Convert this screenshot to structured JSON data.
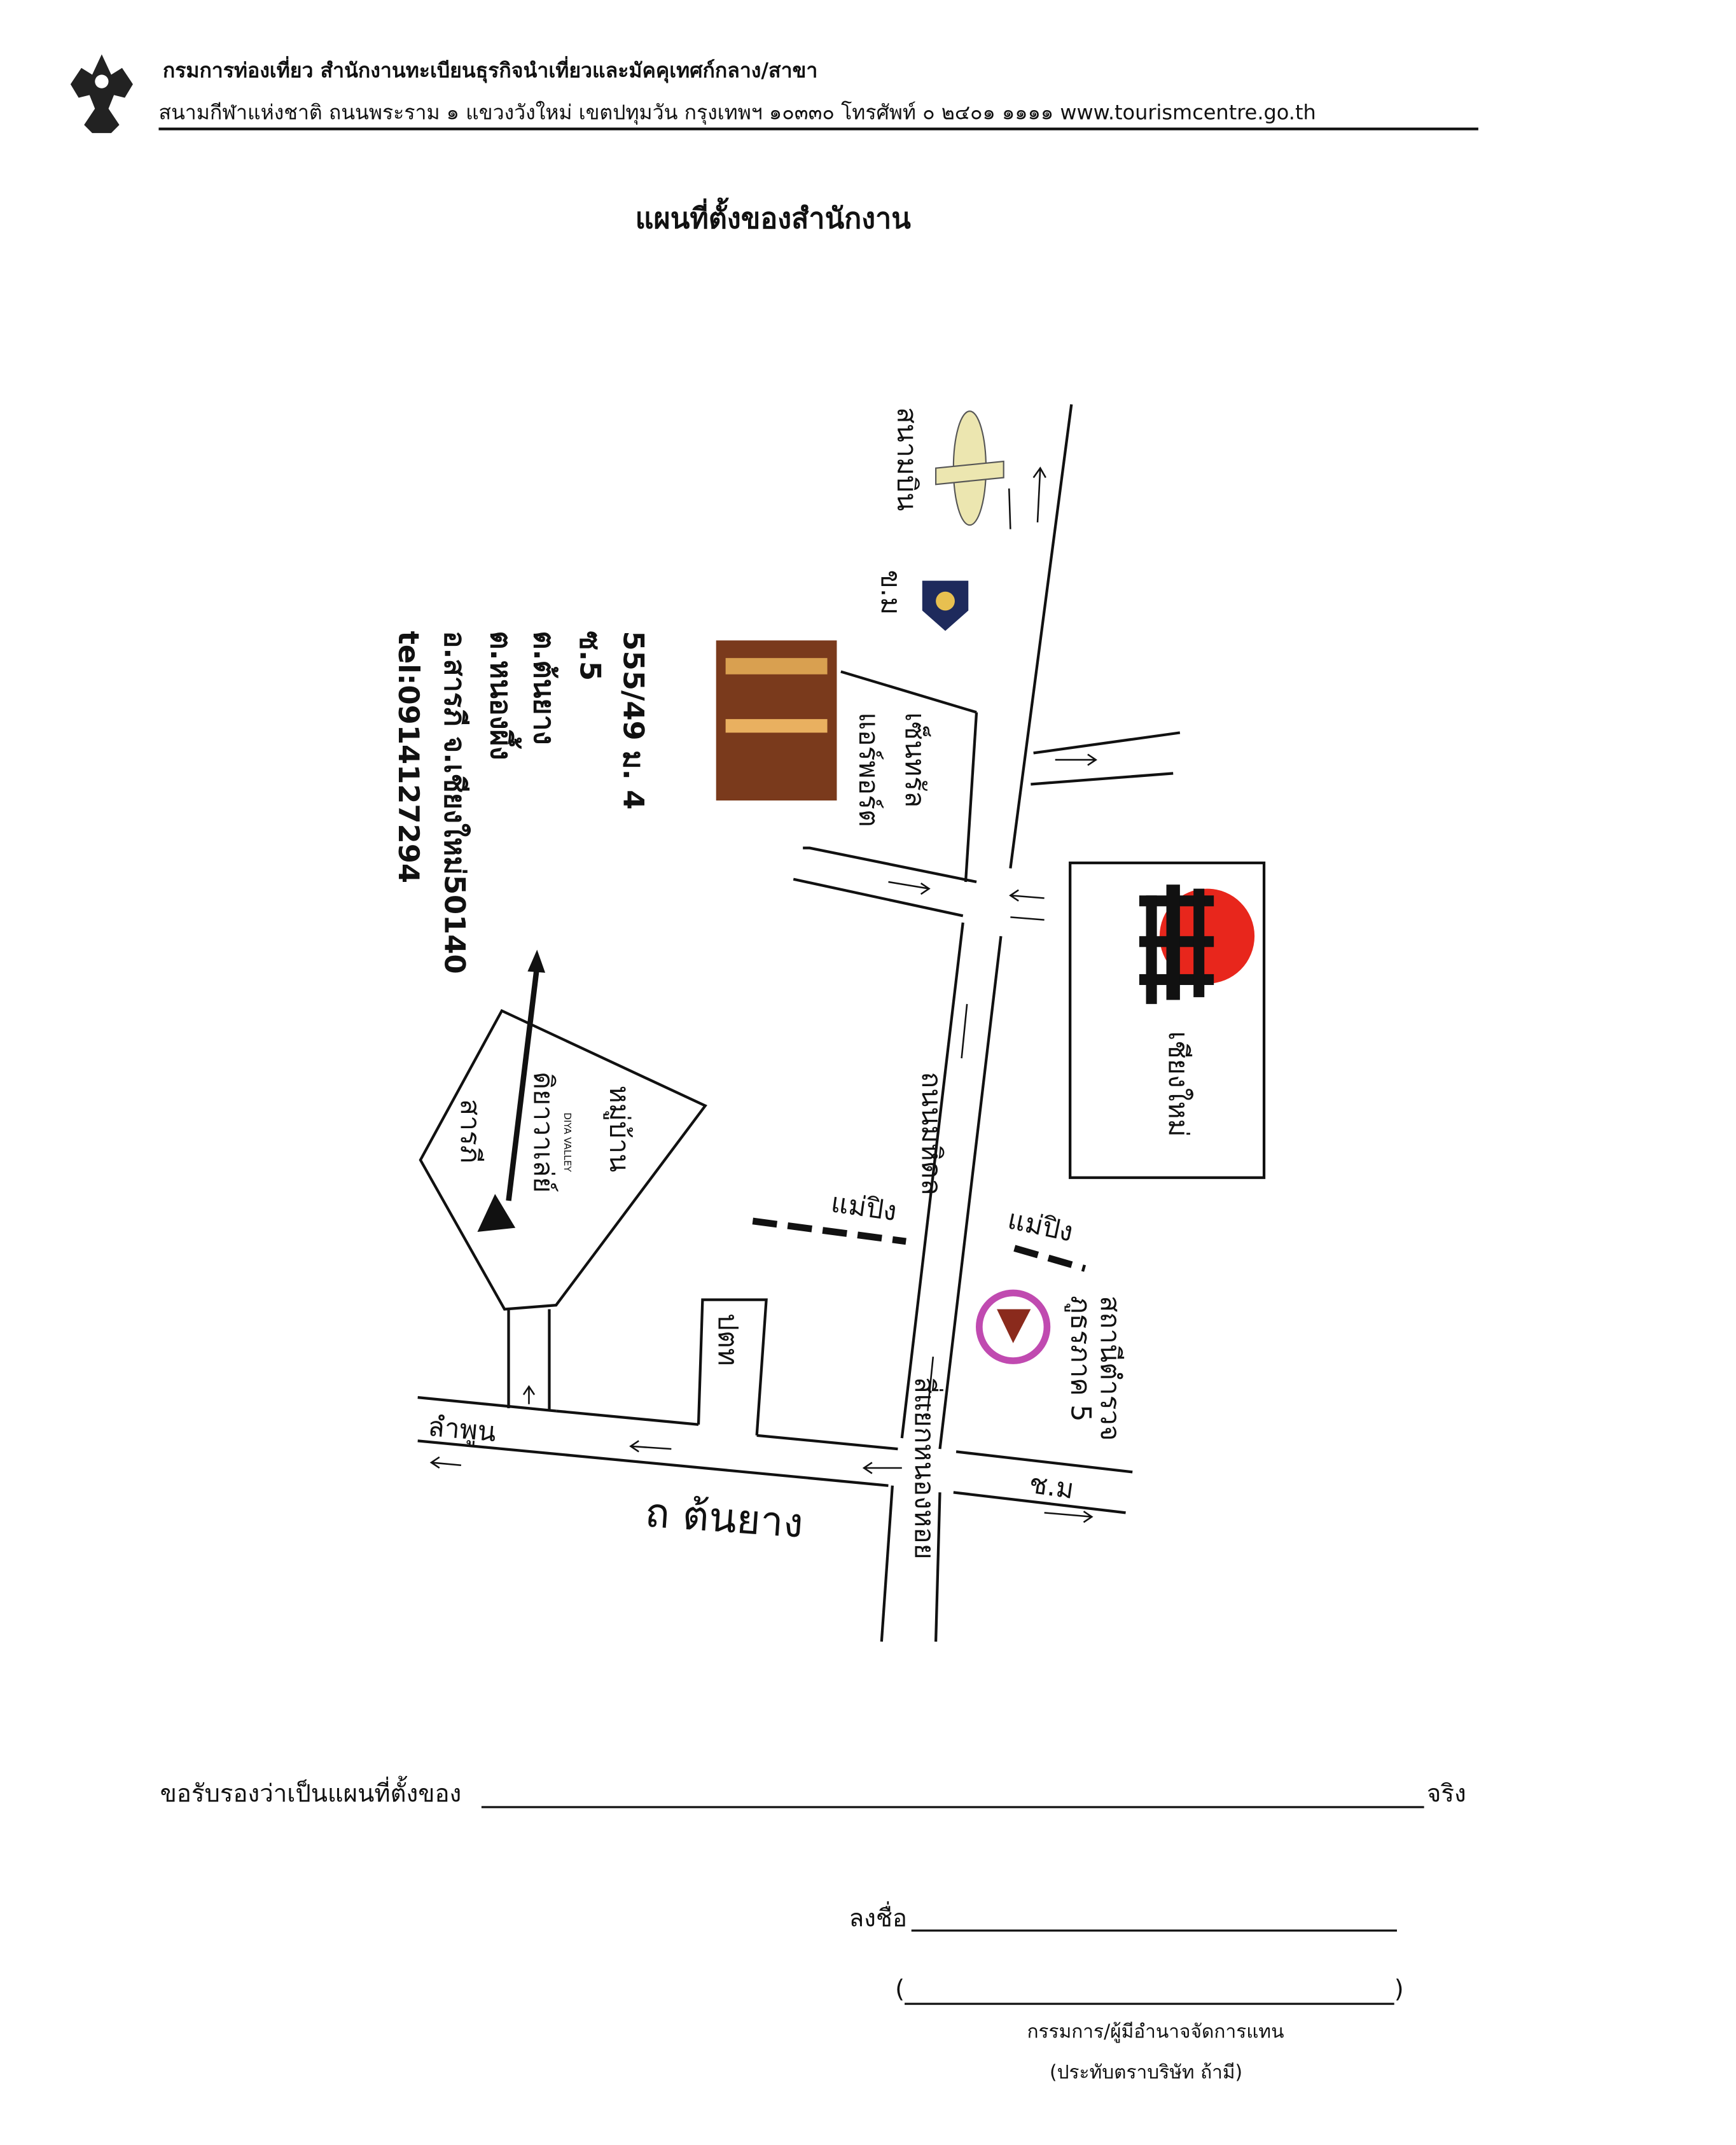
{
  "header": {
    "org_line": "กรมการท่องเที่ยว สำนักงานทะเบียนธุรกิจนำเที่ยวและมัคคุเทศก์กลาง/สาขา",
    "address_line": "สนามกีฬาแห่งชาติ ถนนพระราม ๑ แขวงวังใหม่ เขตปทุมวัน กรุงเทพฯ ๑๐๓๓๐ โทรศัพท์ ๐ ๒๔๐๑ ๑๑๑๑ www.tourismcentre.go.th"
  },
  "title": "แผนที่ตั้งของสำนักงาน",
  "map": {
    "address": {
      "line1": "555/49  ม. 4",
      "line2": "ซ.5",
      "line3": "ต.ต้นยาง",
      "line4": "ต.หนองผึ้ง",
      "line5": "อ.สารภี จ.เชียงใหม่50140",
      "line6": "tel:0914127294"
    },
    "labels": {
      "airport": "สนามบิน",
      "km_top": "ข.ม",
      "central_1": "เซ็นทรัล",
      "central_2": "แอร์พอร์ต",
      "mahidol_road": "ถนนมหิดล",
      "chiangmai": "เชียงใหม่",
      "ping_left": "แม่ปิง",
      "ping_right": "แม่ปิง",
      "village_1": "หมู่บ้าน",
      "village_2": "ดิยาวาเล่ย์",
      "village_logo": "DIYA VALLEY",
      "saraphi": "สารภี",
      "ptt": "ปตท",
      "police_1": "สถานีตำรวจ",
      "police_2": "ภูธรภาค 5",
      "nonghoi": "สี่แยกหนองหอย",
      "km_bottom": "ช.ม",
      "lamphun": "ลำพูน",
      "tonyang_road": "ถ ต้นยาง"
    },
    "colors": {
      "sun": "#e8261c",
      "photo": "#7a3a1c",
      "badge": "#1e2a5c",
      "seal": "#c04ab0"
    }
  },
  "form": {
    "certify_prefix": "ขอรับรองว่าเป็นแผนที่ตั้งของ",
    "certify_suffix": "จริง",
    "sign_label": "ลงชื่อ",
    "open_paren": "(",
    "close_paren": ")",
    "role": "กรรมการ/ผู้มีอำนาจจัดการแทน",
    "stamp_note": "(ประทับตราบริษัท ถ้ามี)"
  }
}
